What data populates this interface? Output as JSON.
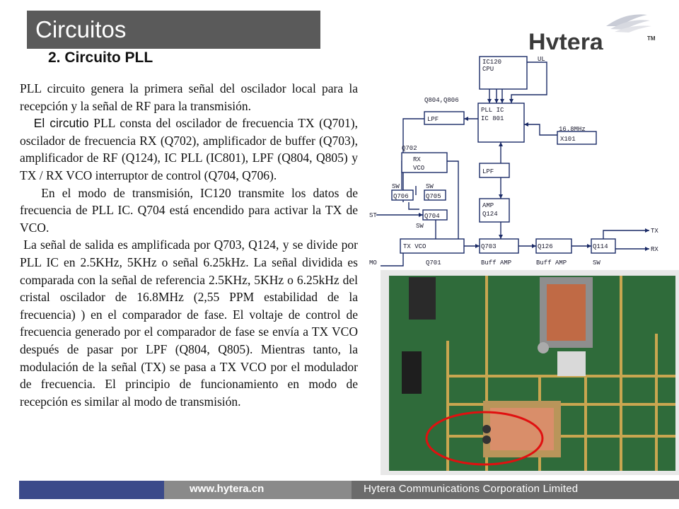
{
  "header": {
    "title": "Circuitos",
    "subtitle": "2. Circuito PLL",
    "logo_text": "Hytera",
    "logo_tm": "TM"
  },
  "body": {
    "p1": "PLL circuito genera la primera señal del oscilador local para la recepción y la señal de RF para la transmisión.",
    "p2_lead": "El circutio",
    "p2_rest": " PLL consta del oscilador de frecuencia TX (Q701), oscilador de frecuencia RX (Q702), amplificador de buffer (Q703), amplificador de RF (Q124), IC PLL (IC801), LPF (Q804, Q805) y TX / RX VCO interruptor de control (Q704, Q706).",
    "p3": "En el modo de transmisión, IC120 transmite los datos de frecuencia de PLL IC. Q704 está encendido para activar la TX de VCO.",
    "p4": "La señal de salida es amplificada por Q703, Q124, y se divide por PLL IC en 2.5KHz, 5KHz o señal 6.25kHz. La señal dividida es comparada con la señal de referencia 2.5KHz, 5KHz o 6.25kHz del cristal oscilador de 16.8MHz (2,55 PPM estabilidad de la frecuencia) ) en el comparador de fase. El voltaje de control de frecuencia generado por el comparador de fase se envía a TX VCO después de pasar por LPF (Q804, Q805). Mientras tanto, la modulación de la señal (TX) se pasa a TX VCO por el modulador de frecuencia. El principio de funcionamiento en modo de recepción es similar al modo de transmisión."
  },
  "diagram": {
    "ic120": "IC120",
    "cpu": "CPU",
    "ul": "UL",
    "q804": "Q804,Q806",
    "lpf_top": "LPF",
    "pll_ic": "PLL IC",
    "ic801": "IC 801",
    "freq": "16.8MHz",
    "x101": "X101",
    "q702": "Q702",
    "rx": "RX",
    "vco": "VCO",
    "lpf_mid": "LPF",
    "sw1": "SW",
    "sw2": "SW",
    "q706": "Q706",
    "q705": "Q705",
    "amp": "AMP",
    "q124": "Q124",
    "st": "ST",
    "q704": "Q704",
    "sw3": "SW",
    "tx_vco": "TX VCO",
    "q703": "Q703",
    "q126": "Q126",
    "q114": "Q114",
    "tx_out": "TX",
    "rx_out": "RX",
    "mo": "MO",
    "q701": "Q701",
    "buff1": "Buff AMP",
    "buff2": "Buff AMP",
    "sw_out": "SW"
  },
  "footer": {
    "url": "www.hytera.cn",
    "corp": "Hytera Communications Corporation Limited"
  },
  "colors": {
    "title_bg": "#5a5a5a",
    "footer_blue": "#3b4a8a",
    "footer_grey": "#8a8a8a",
    "diagram_line": "#1a2a66",
    "highlight_circle": "#e01010"
  }
}
